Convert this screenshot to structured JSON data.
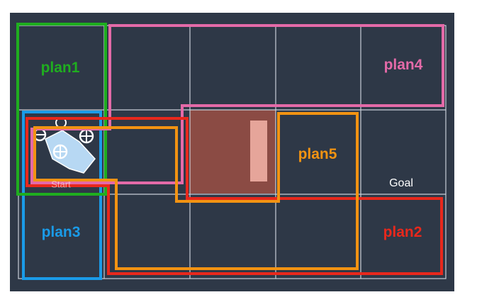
{
  "grid": {
    "rows": 3,
    "cols": 5
  },
  "colors": {
    "background": "#2e3847",
    "grid_line": "#c9cfd8",
    "obstacle_cell": "#8b4b44",
    "obstacle_block": "#e6a59a",
    "robot_body": "#b7d8f3",
    "robot_accent": "#ffffff"
  },
  "cells": {
    "start_label": "Start",
    "goal_label": "Goal"
  },
  "plans": [
    {
      "id": "plan1",
      "label": "plan1",
      "color": "#1fae1f"
    },
    {
      "id": "plan2",
      "label": "plan2",
      "color": "#e8281c"
    },
    {
      "id": "plan3",
      "label": "plan3",
      "color": "#1a9be8"
    },
    {
      "id": "plan4",
      "label": "plan4",
      "color": "#e46aa8"
    },
    {
      "id": "plan5",
      "label": "plan5",
      "color": "#f29312"
    }
  ]
}
